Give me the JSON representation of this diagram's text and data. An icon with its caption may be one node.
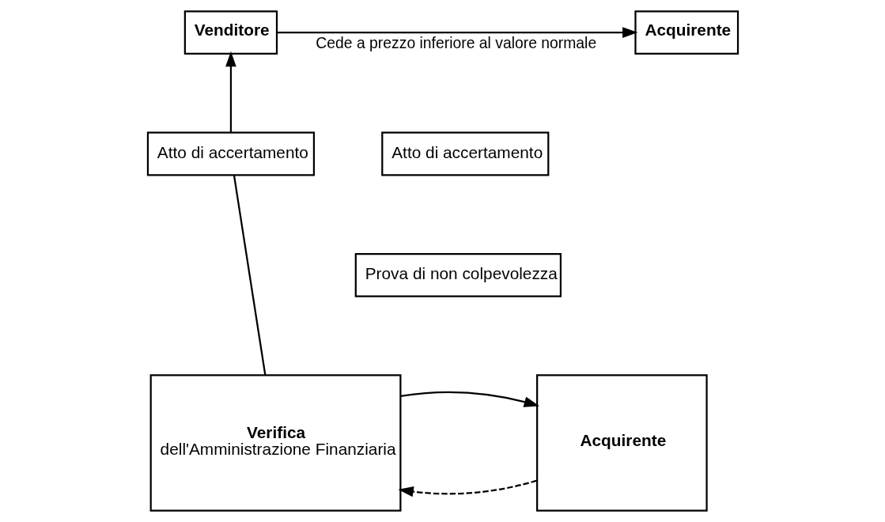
{
  "diagram": {
    "nodes": [
      {
        "text": [
          "Venditore"
        ]
      },
      {
        "text": [
          "Acquirente"
        ]
      },
      {
        "text": [
          "Atto di accertamento"
        ]
      },
      {
        "text": [
          "Atto di accertamento"
        ]
      },
      {
        "text": [
          "Verifica",
          "dell'Amministrazione Finanziaria"
        ]
      },
      {
        "text": [
          "Acquirente"
        ]
      },
      {
        "text": [
          "Prova di non colpevolezza"
        ]
      }
    ],
    "edges": [
      {
        "from": 0,
        "to": 1,
        "arrow": "to",
        "label": "Cede a prezzo inferiore al valore normale"
      },
      {
        "from": 4,
        "to": 2,
        "arrow": "none"
      },
      {
        "from": 2,
        "to": 0,
        "arrow": "to"
      },
      {
        "from": 4,
        "to": 5,
        "arrow": "to"
      },
      {
        "from": 5,
        "to": 4,
        "arrow": "to",
        "style": "dashed"
      }
    ]
  }
}
